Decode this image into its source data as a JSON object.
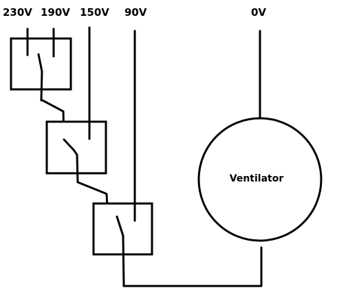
{
  "labels": {
    "v230": "230V",
    "v190": "190V",
    "v150": "150V",
    "v90": "90V",
    "v0": "0V"
  },
  "motor": {
    "label": "Ventilator"
  },
  "colors": {
    "line": "#000000",
    "background": "#ffffff"
  }
}
